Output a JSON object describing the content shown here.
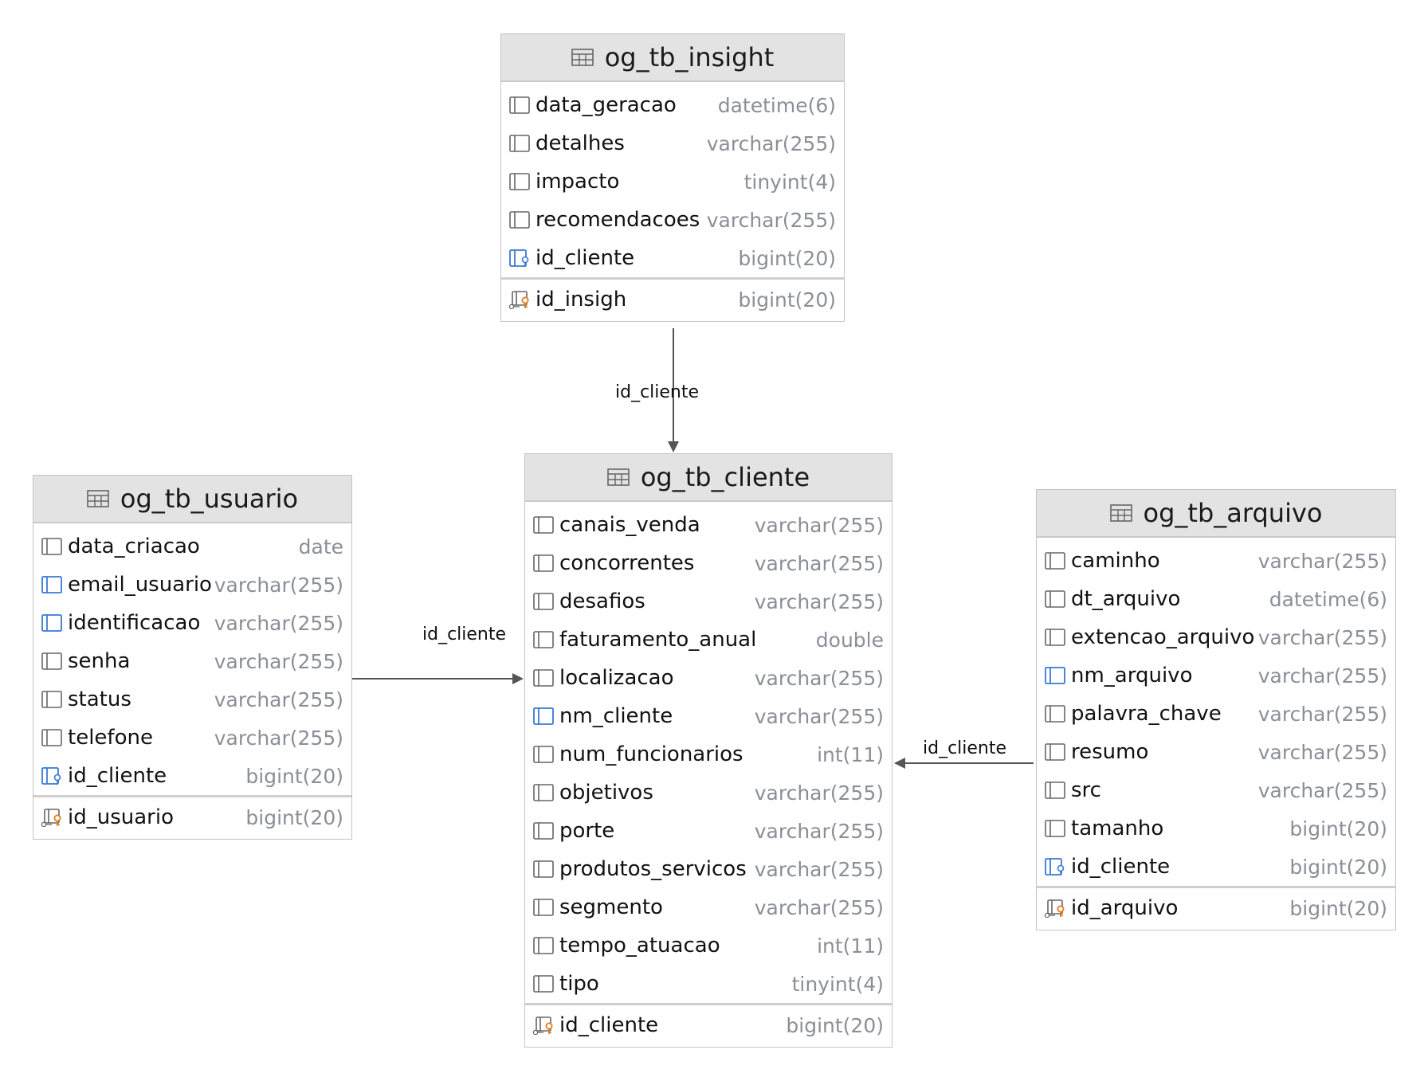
{
  "tables": {
    "insight": {
      "name": "og_tb_insight",
      "columns": [
        {
          "name": "data_geracao",
          "type": "datetime(6)",
          "kind": "column"
        },
        {
          "name": "detalhes",
          "type": "varchar(255)",
          "kind": "column"
        },
        {
          "name": "impacto",
          "type": "tinyint(4)",
          "kind": "column"
        },
        {
          "name": "recomendacoes",
          "type": "varchar(255)",
          "kind": "column"
        },
        {
          "name": "id_cliente",
          "type": "bigint(20)",
          "kind": "foreign-key"
        }
      ],
      "primary_key": {
        "name": "id_insigh",
        "type": "bigint(20)",
        "kind": "primary-key"
      }
    },
    "usuario": {
      "name": "og_tb_usuario",
      "columns": [
        {
          "name": "data_criacao",
          "type": "date",
          "kind": "column"
        },
        {
          "name": "email_usuario",
          "type": "varchar(255)",
          "kind": "indexed"
        },
        {
          "name": "identificacao",
          "type": "varchar(255)",
          "kind": "indexed"
        },
        {
          "name": "senha",
          "type": "varchar(255)",
          "kind": "column"
        },
        {
          "name": "status",
          "type": "varchar(255)",
          "kind": "column"
        },
        {
          "name": "telefone",
          "type": "varchar(255)",
          "kind": "column"
        },
        {
          "name": "id_cliente",
          "type": "bigint(20)",
          "kind": "foreign-key"
        }
      ],
      "primary_key": {
        "name": "id_usuario",
        "type": "bigint(20)",
        "kind": "primary-key"
      }
    },
    "cliente": {
      "name": "og_tb_cliente",
      "columns": [
        {
          "name": "canais_venda",
          "type": "varchar(255)",
          "kind": "column"
        },
        {
          "name": "concorrentes",
          "type": "varchar(255)",
          "kind": "column"
        },
        {
          "name": "desafios",
          "type": "varchar(255)",
          "kind": "column"
        },
        {
          "name": "faturamento_anual",
          "type": "double",
          "kind": "column"
        },
        {
          "name": "localizacao",
          "type": "varchar(255)",
          "kind": "column"
        },
        {
          "name": "nm_cliente",
          "type": "varchar(255)",
          "kind": "indexed"
        },
        {
          "name": "num_funcionarios",
          "type": "int(11)",
          "kind": "column"
        },
        {
          "name": "objetivos",
          "type": "varchar(255)",
          "kind": "column"
        },
        {
          "name": "porte",
          "type": "varchar(255)",
          "kind": "column"
        },
        {
          "name": "produtos_servicos",
          "type": "varchar(255)",
          "kind": "column"
        },
        {
          "name": "segmento",
          "type": "varchar(255)",
          "kind": "column"
        },
        {
          "name": "tempo_atuacao",
          "type": "int(11)",
          "kind": "column"
        },
        {
          "name": "tipo",
          "type": "tinyint(4)",
          "kind": "column"
        }
      ],
      "primary_key": {
        "name": "id_cliente",
        "type": "bigint(20)",
        "kind": "primary-key"
      }
    },
    "arquivo": {
      "name": "og_tb_arquivo",
      "columns": [
        {
          "name": "caminho",
          "type": "varchar(255)",
          "kind": "column"
        },
        {
          "name": "dt_arquivo",
          "type": "datetime(6)",
          "kind": "column"
        },
        {
          "name": "extencao_arquivo",
          "type": "varchar(255)",
          "kind": "column"
        },
        {
          "name": "nm_arquivo",
          "type": "varchar(255)",
          "kind": "indexed"
        },
        {
          "name": "palavra_chave",
          "type": "varchar(255)",
          "kind": "column"
        },
        {
          "name": "resumo",
          "type": "varchar(255)",
          "kind": "column"
        },
        {
          "name": "src",
          "type": "varchar(255)",
          "kind": "column"
        },
        {
          "name": "tamanho",
          "type": "bigint(20)",
          "kind": "column"
        },
        {
          "name": "id_cliente",
          "type": "bigint(20)",
          "kind": "foreign-key"
        }
      ],
      "primary_key": {
        "name": "id_arquivo",
        "type": "bigint(20)",
        "kind": "primary-key"
      }
    }
  },
  "relations": {
    "insight_cliente": "id_cliente",
    "usuario_cliente": "id_cliente",
    "arquivo_cliente": "id_cliente"
  }
}
